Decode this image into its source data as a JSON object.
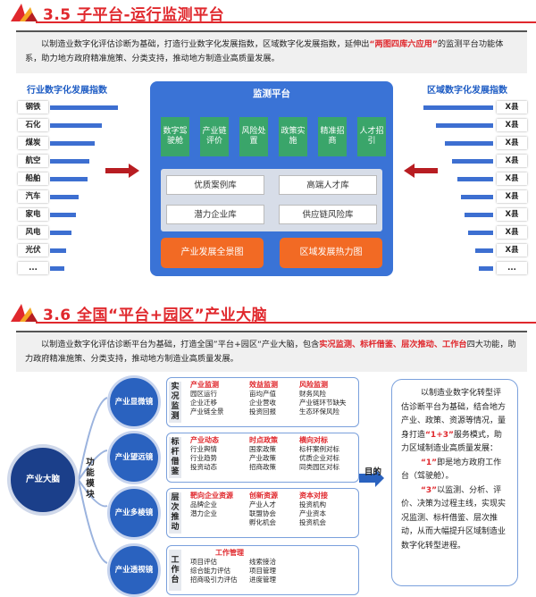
{
  "s1": {
    "title": "3.5 子平台-运行监测平台",
    "intro_a": "以制造业数字化评估诊断为基础，打造行业数字化发展指数，区域数字化发展指数，延伸出",
    "intro_hl": "“两图四库六应用”",
    "intro_b": "的监测平台功能体系，助力地方政府精准施策、分类支持，推动地方制造业高质量发展。",
    "left_title": "行业数字化发展指数",
    "left_items": [
      "钢铁",
      "石化",
      "煤炭",
      "航空",
      "船舶",
      "汽车",
      "家电",
      "风电",
      "光伏",
      "..."
    ],
    "left_bars": [
      0.95,
      0.72,
      0.62,
      0.55,
      0.52,
      0.4,
      0.36,
      0.3,
      0.22,
      0.2
    ],
    "right_title": "区域数字化发展指数",
    "right_items": [
      "X县",
      "X县",
      "X县",
      "X县",
      "X县",
      "X县",
      "X县",
      "X县",
      "X县",
      "..."
    ],
    "right_bars": [
      0.98,
      0.8,
      0.68,
      0.58,
      0.5,
      0.45,
      0.4,
      0.35,
      0.25,
      0.2
    ],
    "platform": {
      "title": "监测平台",
      "apps": [
        "数字驾驶舱",
        "产业链评价",
        "风险处置",
        "政策实施",
        "精准招商",
        "人才招引"
      ],
      "libs": [
        "优质案例库",
        "高端人才库",
        "潜力企业库",
        "供应链风险库"
      ],
      "maps": [
        "产业发展全景图",
        "区域发展热力图"
      ]
    }
  },
  "s2": {
    "title": "3.6 全国“平台+园区”产业大脑",
    "intro_a": "以制造业数字化评估诊断平台为基础，打造全国”平台+园区“产业大脑，包含",
    "intro_hl": "实况监测、标杆借鉴、层次推动、工作台",
    "intro_b": "四大功能，助力政府精准施策、分类支持，推动地方制造业高质量发展。",
    "brain": "产业大脑",
    "fn_label": "功能模块",
    "goal_label": "目的",
    "modules": [
      {
        "circle": "产业显微镜",
        "tag": "实况监测",
        "cols": [
          {
            "h": "产业监测",
            "items": [
              "园区运行",
              "企业迁移",
              "产业链全景"
            ]
          },
          {
            "h": "效益监测",
            "items": [
              "亩均产值",
              "企业营收",
              "投资回报"
            ]
          },
          {
            "h": "风险监测",
            "items": [
              "财务风险",
              "产业链环节缺失",
              "生态环保风险"
            ]
          }
        ]
      },
      {
        "circle": "产业望远镜",
        "tag": "标杆借鉴",
        "cols": [
          {
            "h": "产业动态",
            "items": [
              "行业舆情",
              "行业趋势",
              "投资动态"
            ]
          },
          {
            "h": "时点政策",
            "items": [
              "国家政策",
              "产业政策",
              "招商政策"
            ]
          },
          {
            "h": "横向对标",
            "items": [
              "标杆案例对标",
              "优质企业对标",
              "同类园区对标"
            ]
          }
        ]
      },
      {
        "circle": "产业多棱镜",
        "tag": "层次推动",
        "cols": [
          {
            "h": "靶向企业资源",
            "items": [
              "品牌企业",
              "潜力企业"
            ]
          },
          {
            "h": "创新资源",
            "items": [
              "产业人才",
              "联盟协会",
              "孵化机会"
            ]
          },
          {
            "h": "资本对接",
            "items": [
              "投资机构",
              "产业资本",
              "投资机会"
            ]
          }
        ]
      },
      {
        "circle": "产业透视镜",
        "tag": "工作台",
        "cols": [
          {
            "h": "工作管理",
            "items": [
              "项目评估",
              "综合能力评估",
              "招商吸引力评估"
            ]
          },
          {
            "h": "",
            "items": [
              "线索接洽",
              "项目管理",
              "进度管理"
            ]
          }
        ]
      }
    ],
    "goal": {
      "p1": "以制造业数字化转型评估诊断平台为基础，结合地方产业、政策、资源等情况，量身打造",
      "p1_hl": "“1+3”",
      "p1_b": "服务模式，助力区域制造业高质量发展：",
      "p2_hl": "“1”",
      "p2": "即是地方政府工作台（驾驶舱）。",
      "p3_hl": "“3”",
      "p3": "以监测、分析、评价、决策为过程主线，实现实况监测、标杆借鉴、层次推动，从而大幅提升区域制造业数字化转型进程。"
    }
  },
  "colors": {
    "accent": "#e0282d",
    "blue": "#3a73d6",
    "green": "#3aa56a",
    "orange": "#f26a24"
  }
}
